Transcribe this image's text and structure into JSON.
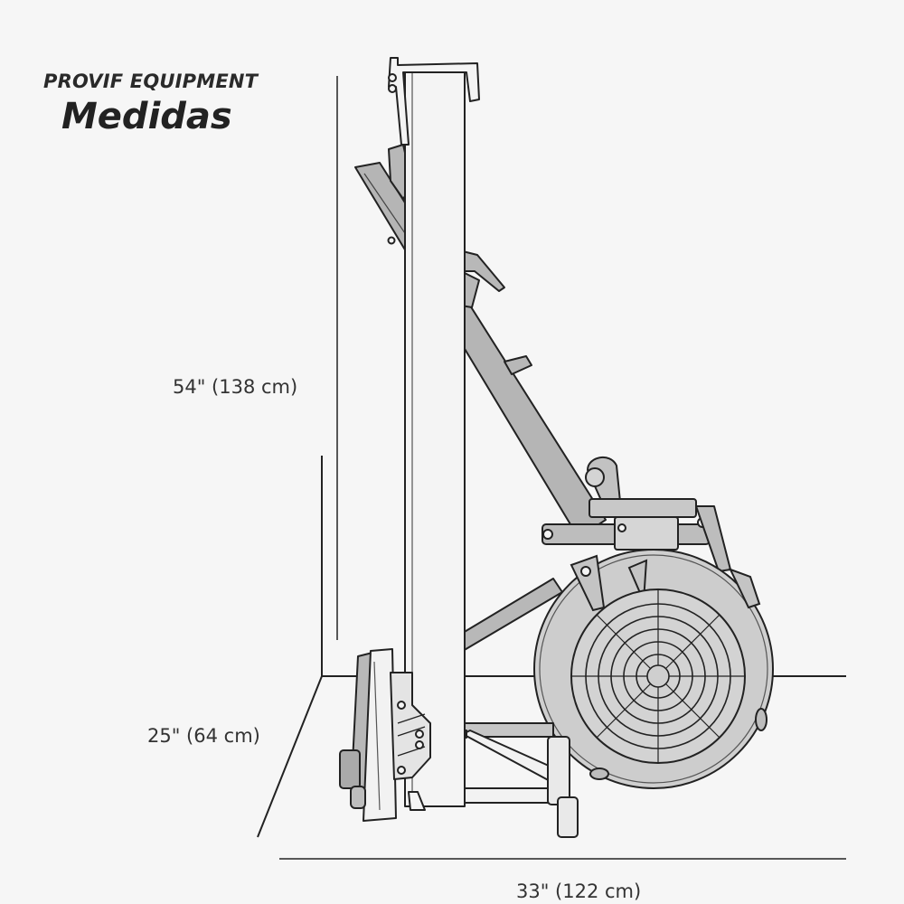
{
  "header": {
    "brand": "PROVIF EQUIPMENT",
    "title": "Medidas"
  },
  "dimensions": {
    "height": "54\" (138 cm)",
    "depth": "25\" (64 cm)",
    "width": "33\" (122 cm)"
  },
  "colors": {
    "background": "#f6f6f6",
    "outline": "#222222",
    "metal_grey": "#b8b8b8",
    "flywheel_grey": "#cfcfcf",
    "light_fill": "#f4f4f4"
  }
}
